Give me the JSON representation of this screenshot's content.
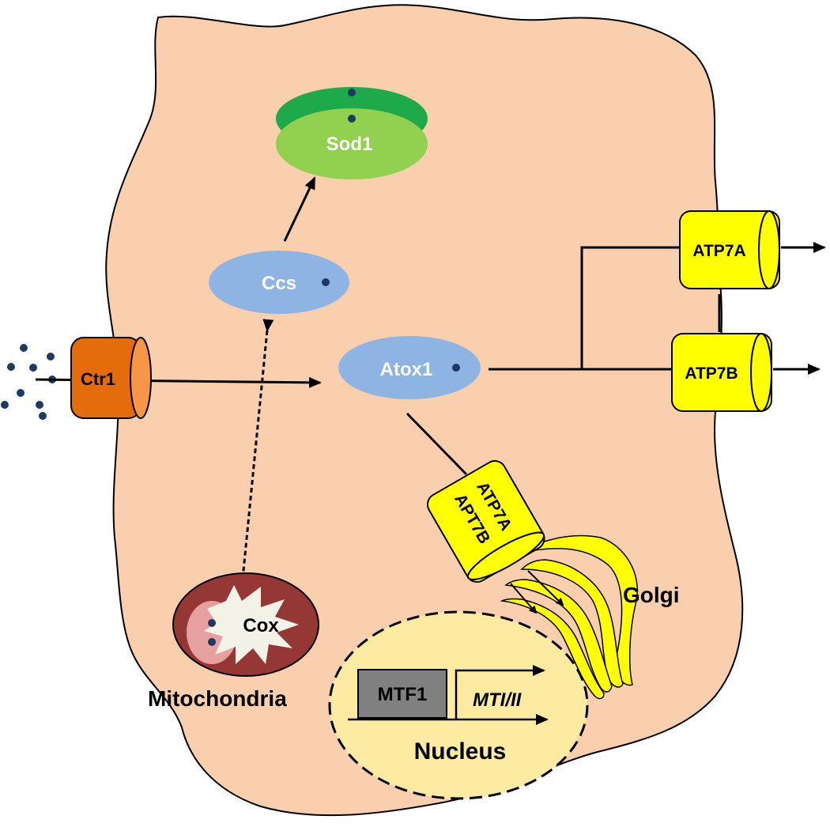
{
  "labels": {
    "sod1": "Sod1",
    "ccs": "Ccs",
    "atox1": "Atox1",
    "ctr1": "Ctr1",
    "atp7a": "ATP7A",
    "atp7b": "ATP7B",
    "golgi_transporter_top": "ATP7A",
    "golgi_transporter_bottom": "APT7B",
    "golgi": "Golgi",
    "cox": "Cox",
    "mitochondria": "Mitochondria",
    "mtf1": "MTF1",
    "mti_ii": "MTI/II",
    "nucleus": "Nucleus"
  },
  "colors": {
    "cell": "#f9cfae",
    "sod1_dark": "#1ea94a",
    "sod1_light": "#92d050",
    "ccs_atox1": "#8eb4e3",
    "ctr1": "#e46c0a",
    "ctr1_cap": "#f79646",
    "atp": "#ffff00",
    "mito_outer": "#953735",
    "mito_inner": "#f2f2e6",
    "mito_pink": "#e6a0a0",
    "nucleus": "#fdeba2",
    "mtf1": "#808080",
    "copper_dot": "#1f3864"
  }
}
